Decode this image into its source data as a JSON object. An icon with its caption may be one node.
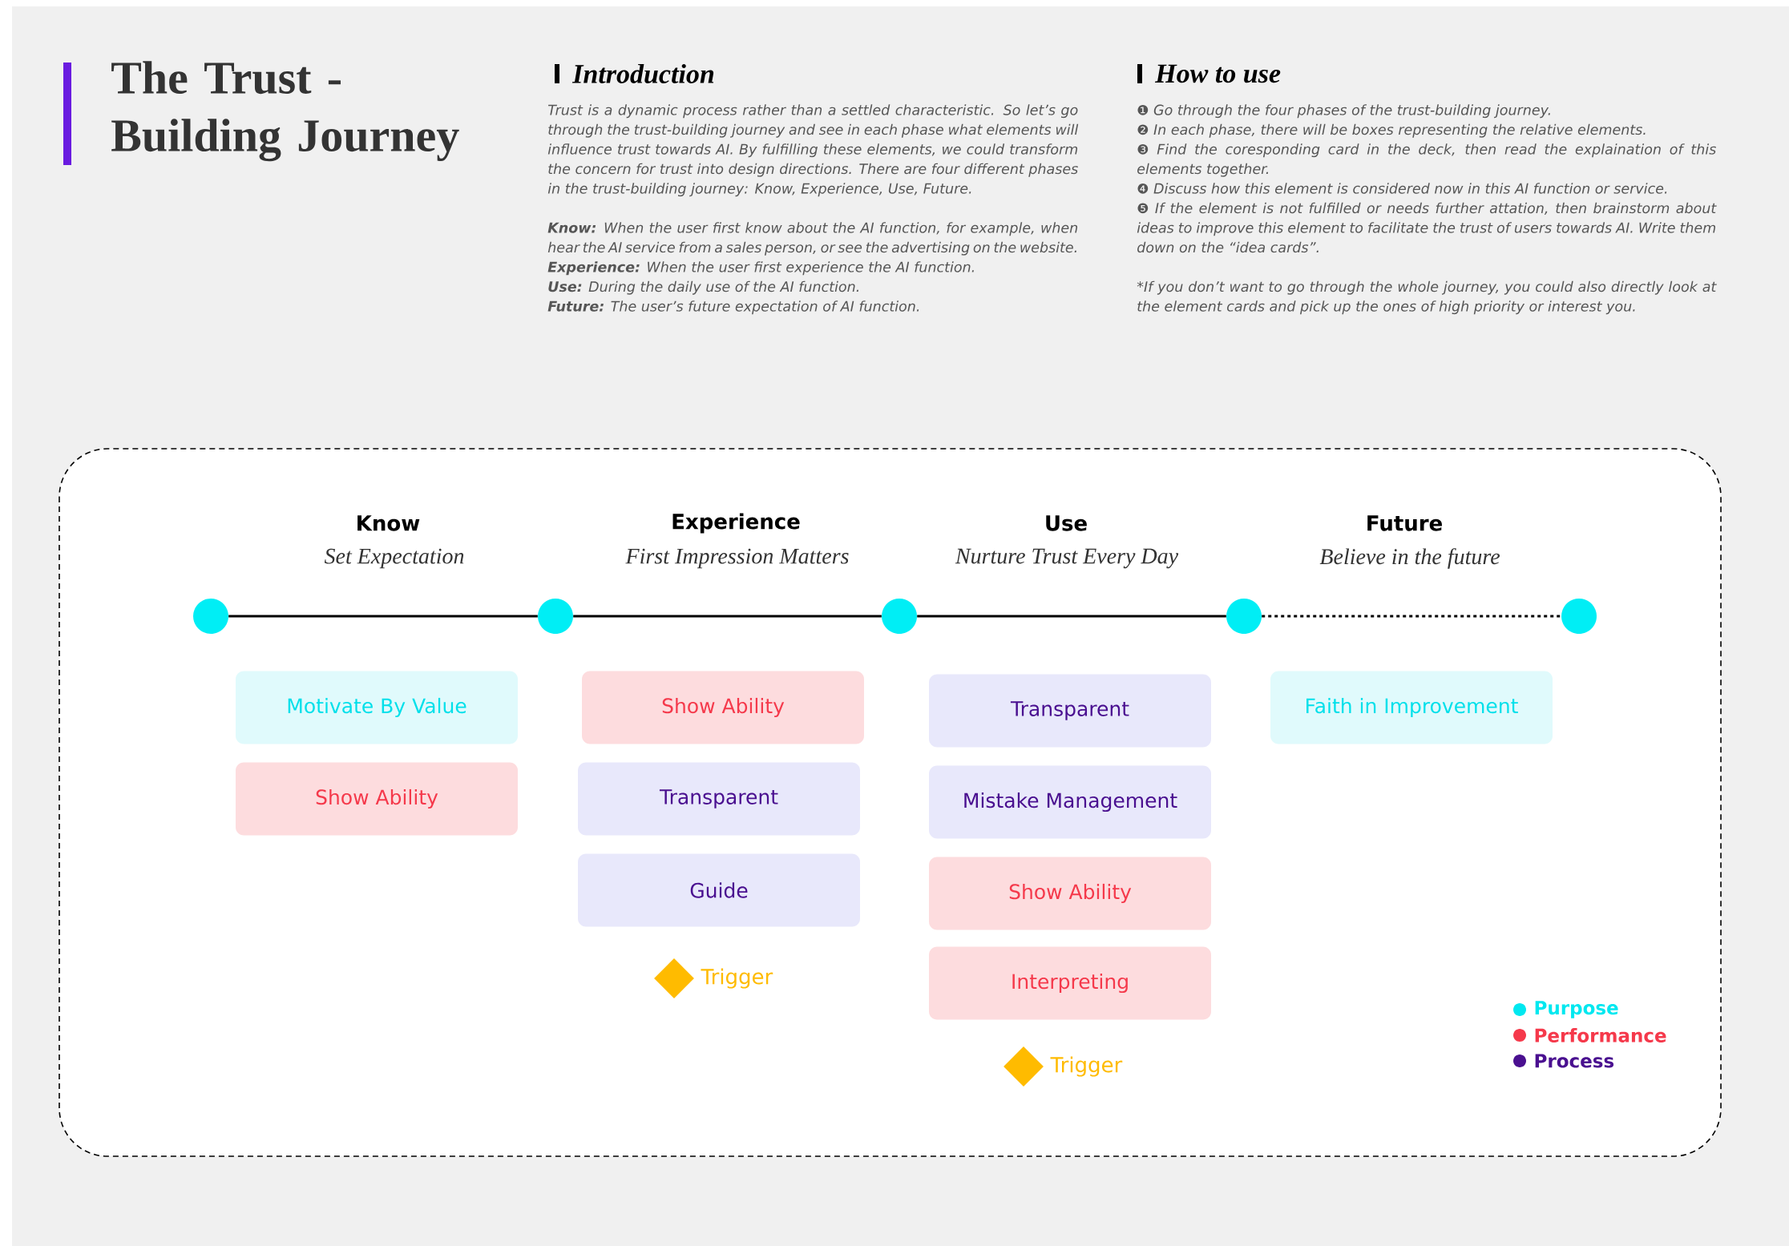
{
  "diagram": {
    "title": "The Trust - Building Journey",
    "nodes": [
      {
        "text": [],
        "shape": "circle"
      },
      {
        "text": [],
        "shape": "circle"
      },
      {
        "text": [],
        "shape": "circle"
      },
      {
        "text": [],
        "shape": "circle"
      },
      {
        "text": [],
        "shape": "circle"
      },
      {
        "text": [
          "Motivate By Value"
        ]
      },
      {
        "text": [
          "Show Ability"
        ]
      },
      {
        "text": [
          "Show Ability"
        ]
      },
      {
        "text": [
          "Transparent"
        ]
      },
      {
        "text": [
          "Guide"
        ]
      },
      {
        "text": [],
        "shape": "diamond",
        "beside": [
          "Trigger"
        ]
      },
      {
        "text": [
          "Transparent"
        ]
      },
      {
        "text": [
          "Mistake Management"
        ]
      },
      {
        "text": [
          "Show Ability"
        ]
      },
      {
        "text": [
          "Interpreting"
        ]
      },
      {
        "text": [],
        "shape": "diamond",
        "beside": [
          "Trigger"
        ]
      },
      {
        "text": [
          "Faith in Improvement"
        ]
      }
    ],
    "edges": [
      {
        "from": 0,
        "to": 1,
        "arrow": "none"
      },
      {
        "from": 1,
        "to": 2,
        "arrow": "none"
      },
      {
        "from": 2,
        "to": 3,
        "arrow": "none"
      },
      {
        "from": 3,
        "to": 4,
        "arrow": "none",
        "style": "dashed"
      }
    ],
    "labels": [
      "Introduction",
      "Trust is a dynamic process rather than a settled characteristic. So let’s go through the trust-building journey and see in each phase what elements will influence trust towards AI. By fulfilling these elements, we could transform the concern for trust into design directions. There are four different phases in the trust-building journey: Know, Experience, Use, Future.",
      "**Know:** When the user first know about the AI function, for example, when hear the AI service from a sales person, or see the advertising on the website.",
      "**Experience:** When the user first experience the AI function.",
      "**Use:** During the daily use of the AI function.",
      "**Future:** The user’s future expectation of AI function.",
      "How to use",
      "❶",
      "Go through the four phases of the trust-building journey.",
      "❷",
      "In each phase, there will be boxes representing the relative elements.",
      "❸",
      "Find the coresponding card in the deck, then read the explaination of this elements together.",
      "❹",
      "Discuss how this element is considered now in this AI function or service.",
      "❺",
      "If the element is not fulfilled or needs further attation, then brainstorm about ideas to improve this element to facilitate the trust of users towards AI. Write them down on the “idea cards”.",
      "*If you don’t want to go through the whole journey, you could also directly look at the element cards and pick up the ones of high priority or interest you.",
      "Know",
      "Set Expectation",
      "Experience",
      "First Impression Matters",
      "Use",
      "Nurture Trust Every Day",
      "Future",
      "Believe in the future"
    ],
    "legend": [
      {
        "text": "Purpose",
        "color": "#00e8f0"
      },
      {
        "text": "Performance",
        "color": "#f5394b"
      },
      {
        "text": "Process",
        "color": "#4a1090"
      }
    ]
  }
}
